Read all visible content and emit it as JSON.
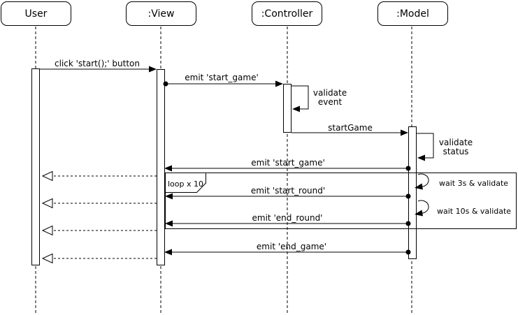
{
  "colors": {
    "background": "#ffffff",
    "stroke": "#000000"
  },
  "diagram": {
    "type": "uml-sequence-diagram",
    "participants": [
      {
        "id": "user",
        "label": "User"
      },
      {
        "id": "view",
        "label": ":View"
      },
      {
        "id": "controller",
        "label": ":Controller"
      },
      {
        "id": "model",
        "label": ":Model"
      }
    ],
    "loop_fragment": {
      "label": "loop x 10"
    },
    "messages": [
      {
        "label": "click 'start();' button",
        "from": "user",
        "to": "view",
        "line": "solid",
        "arrow": "filled"
      },
      {
        "label": "emit 'start_game'",
        "from": "view",
        "to": "controller",
        "line": "solid",
        "arrow": "filled",
        "origin": "dot"
      },
      {
        "label": "validate event",
        "from": "controller",
        "to": "controller",
        "line": "solid",
        "arrow": "filled",
        "kind": "self"
      },
      {
        "label": "startGame",
        "from": "controller",
        "to": "model",
        "line": "solid",
        "arrow": "filled"
      },
      {
        "label": "validate status",
        "from": "model",
        "to": "model",
        "line": "solid",
        "arrow": "filled",
        "kind": "self"
      },
      {
        "label": "emit 'start_game'",
        "from": "model",
        "to": "view",
        "line": "solid",
        "arrow": "filled",
        "origin": "dot"
      },
      {
        "label": "",
        "from": "view",
        "to": "user",
        "line": "dashed",
        "arrow": "open"
      },
      {
        "label": "emit 'start_round'",
        "from": "model",
        "to": "view",
        "line": "solid",
        "arrow": "filled",
        "origin": "dot",
        "in_loop": true
      },
      {
        "label": "wait 3s & validate",
        "from": "model",
        "to": "model",
        "line": "solid",
        "arrow": "filled",
        "kind": "self-curved",
        "in_loop": true
      },
      {
        "label": "",
        "from": "view",
        "to": "user",
        "line": "dashed",
        "arrow": "open"
      },
      {
        "label": "wait 10s & validate",
        "from": "model",
        "to": "model",
        "line": "solid",
        "arrow": "filled",
        "kind": "self-curved",
        "in_loop": true
      },
      {
        "label": "emit 'end_round'",
        "from": "model",
        "to": "view",
        "line": "solid",
        "arrow": "filled",
        "origin": "dot",
        "in_loop": true
      },
      {
        "label": "",
        "from": "view",
        "to": "user",
        "line": "dashed",
        "arrow": "open"
      },
      {
        "label": "emit 'end_game'",
        "from": "model",
        "to": "view",
        "line": "solid",
        "arrow": "filled",
        "origin": "dot"
      },
      {
        "label": "",
        "from": "view",
        "to": "user",
        "line": "dashed",
        "arrow": "open"
      }
    ]
  }
}
